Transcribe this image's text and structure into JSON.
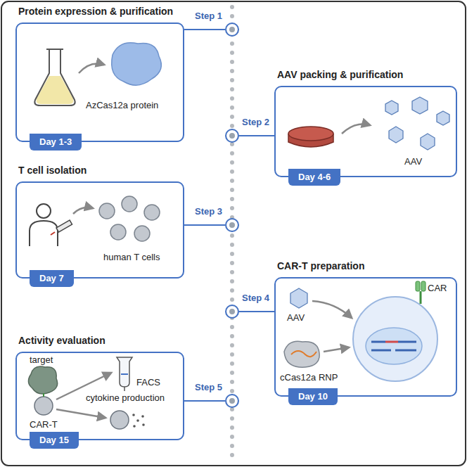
{
  "diagram": {
    "nodes": [
      {
        "text": [
          "Protein expression & purification",
          "AzCas12a protein"
        ]
      },
      {
        "text": [
          "Day 1-3"
        ],
        "in": 0
      },
      {
        "text": [
          "Step 1"
        ]
      },
      {
        "text": [
          "AAV packing & purification",
          "AAV"
        ]
      },
      {
        "text": [
          "Day 4-6"
        ],
        "in": 3
      },
      {
        "text": [
          "Step 2"
        ]
      },
      {
        "text": [
          "T cell isolation",
          "human T cells"
        ]
      },
      {
        "text": [
          "Day 7"
        ],
        "in": 6
      },
      {
        "text": [
          "Step 3"
        ]
      },
      {
        "text": [
          "CAR-T preparation",
          "AAV",
          "CAR",
          "cCas12a RNP"
        ]
      },
      {
        "text": [
          "Day 10"
        ],
        "in": 9
      },
      {
        "text": [
          "Step 4"
        ]
      },
      {
        "text": [
          "Activity evaluation",
          "target",
          "FACS",
          "cytokine production",
          "CAR-T"
        ]
      },
      {
        "text": [
          "Day 15"
        ],
        "in": 12
      },
      {
        "text": [
          "Step 5"
        ]
      }
    ],
    "edges": [
      {
        "from": 0,
        "to": 2,
        "arrow": "none"
      },
      {
        "from": 3,
        "to": 5,
        "arrow": "none"
      },
      {
        "from": 6,
        "to": 8,
        "arrow": "none"
      },
      {
        "from": 9,
        "to": 11,
        "arrow": "none"
      },
      {
        "from": 12,
        "to": 14,
        "arrow": "none"
      }
    ]
  }
}
